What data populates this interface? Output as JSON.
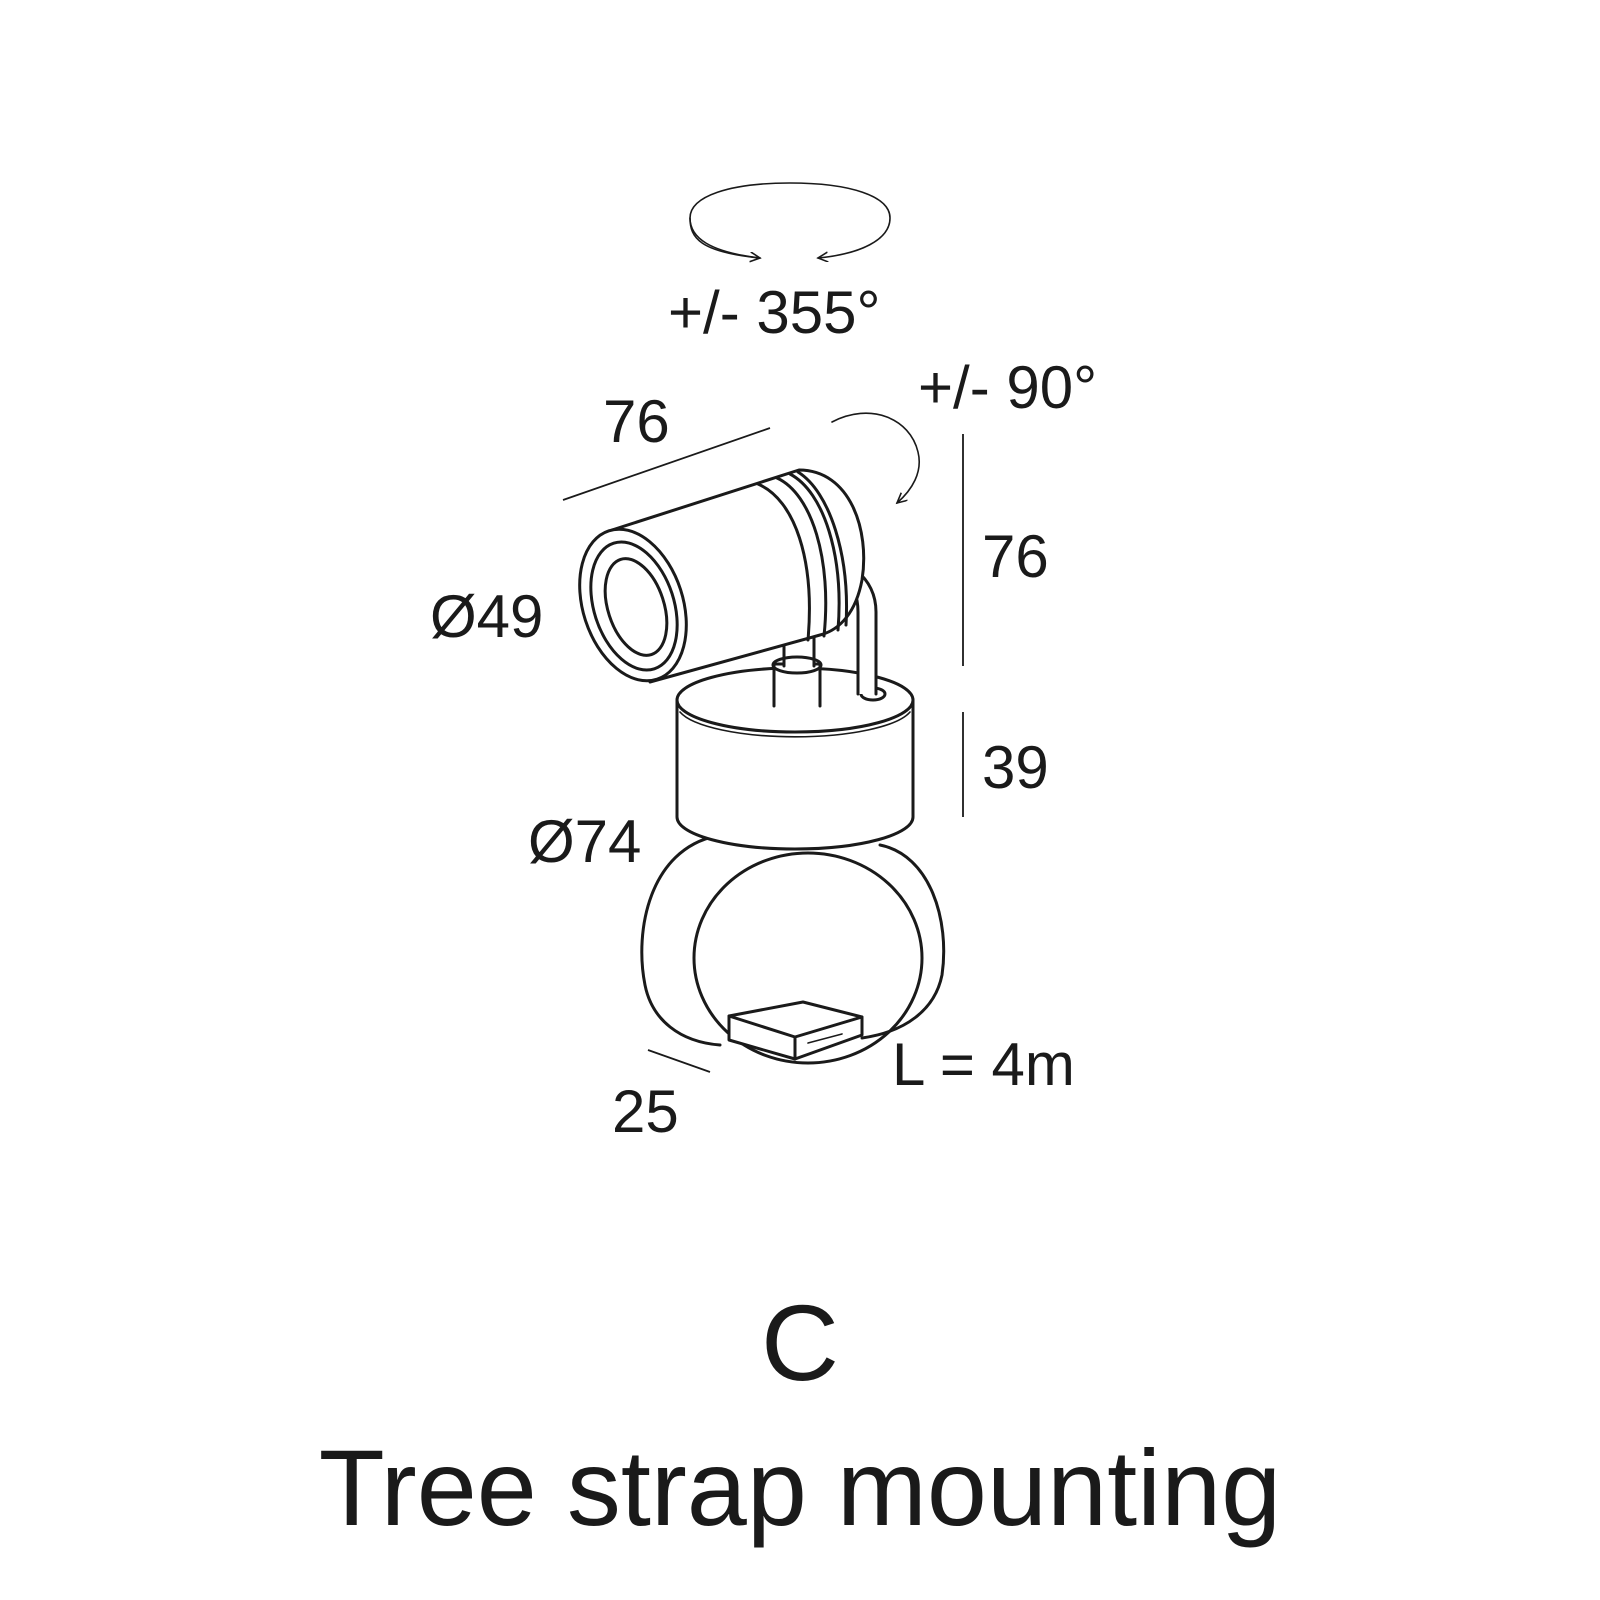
{
  "rotation_labels": {
    "pan": "+/- 355°",
    "tilt": "+/- 90°"
  },
  "dimensions": {
    "head_length": "76",
    "head_height": "76",
    "head_diameter": "Ø49",
    "base_height": "39",
    "base_diameter": "Ø74",
    "strap_width": "25",
    "strap_length": "L = 4m"
  },
  "caption": {
    "code": "C",
    "title": "Tree strap mounting"
  }
}
